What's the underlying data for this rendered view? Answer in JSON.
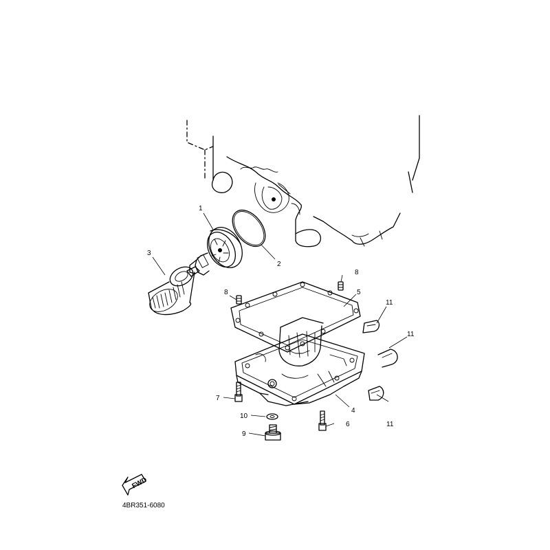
{
  "diagram": {
    "part_code": "4BR351-6080",
    "fwd_label": "FWD",
    "callouts": [
      "1",
      "2",
      "3",
      "4",
      "5",
      "6",
      "7",
      "8",
      "8",
      "9",
      "10",
      "11",
      "11",
      "11"
    ]
  }
}
